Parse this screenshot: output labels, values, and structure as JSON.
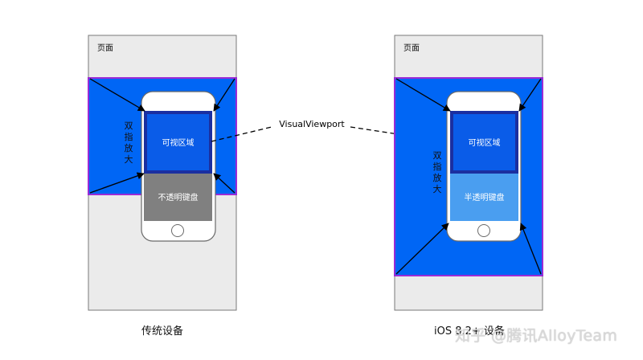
{
  "left": {
    "page_label": "页面",
    "zoom_label_chars": [
      "双",
      "指",
      "放",
      "大"
    ],
    "viewport_label": "可视区域",
    "keyboard_label": "不透明键盘",
    "caption": "传统设备"
  },
  "right": {
    "page_label": "页面",
    "zoom_label_chars": [
      "双",
      "指",
      "放",
      "大"
    ],
    "viewport_label": "可视区域",
    "keyboard_label": "半透明键盘",
    "caption": "iOS 8.2+ 设备"
  },
  "center_label": "VisualViewport",
  "watermark": "知乎 @腾讯AlloyTeam",
  "colors": {
    "page_bg": "#ebebeb",
    "zoom_blue": "#0066f5",
    "zoom_border": "#9b2bd6",
    "viewport_fill": "#0a5ce8",
    "viewport_border": "#1b2fa0",
    "keyboard_opaque": "#808080",
    "keyboard_translucent": "#4a9ef0"
  }
}
